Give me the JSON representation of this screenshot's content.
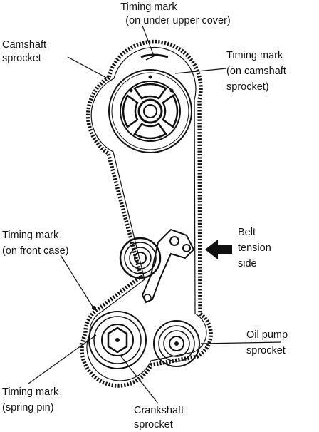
{
  "labels": {
    "timing_upper_cover": [
      "Timing mark",
      "(on under upper cover)"
    ],
    "camshaft_sprocket": [
      "Camshaft",
      "sprocket"
    ],
    "timing_camshaft": [
      "Timing mark",
      "(on camshaft",
      "sprocket)"
    ],
    "timing_front_case": [
      "Timing mark",
      "(on front case)"
    ],
    "belt_tension_side": [
      "Belt",
      "tension",
      "side"
    ],
    "oil_pump_sprocket": [
      "Oil pump",
      "sprocket"
    ],
    "timing_spring_pin": [
      "Timing mark",
      "(spring pin)"
    ],
    "crankshaft_sprocket": [
      "Crankshaft",
      "sprocket"
    ]
  },
  "icons": {
    "tension_arrow": "left-arrow-icon"
  }
}
